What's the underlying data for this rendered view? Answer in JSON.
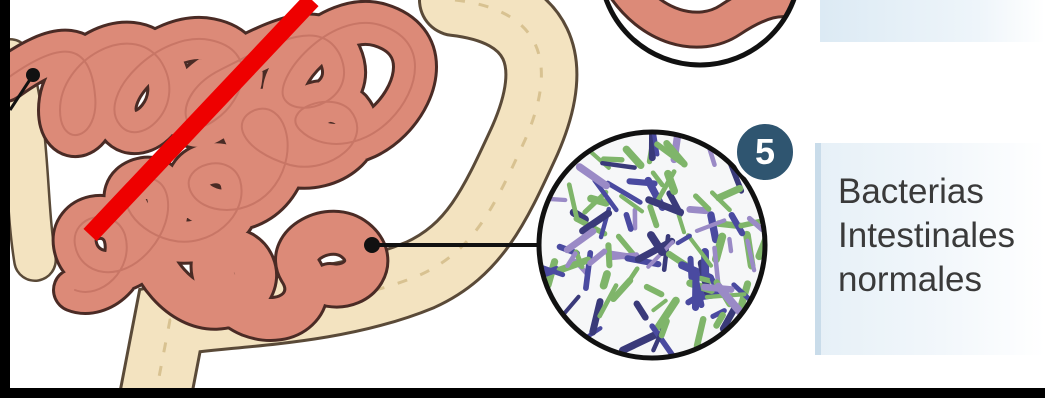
{
  "callout": {
    "number": "5",
    "label_lines": [
      "Bacterias",
      "Intestinales",
      "normales"
    ]
  },
  "colors": {
    "intestine": "#dc8a78",
    "intestine_outline": "#4a2b25",
    "colon": "#f3e3c0",
    "badge": "#2f5570",
    "strike": "#ee0000",
    "bacteria_green": "#7fb56a",
    "bacteria_purple": "#4a4aa0",
    "bacteria_lilac": "#9a8ac6"
  },
  "icons": [
    "small-intestine",
    "bacteria-magnifier"
  ]
}
